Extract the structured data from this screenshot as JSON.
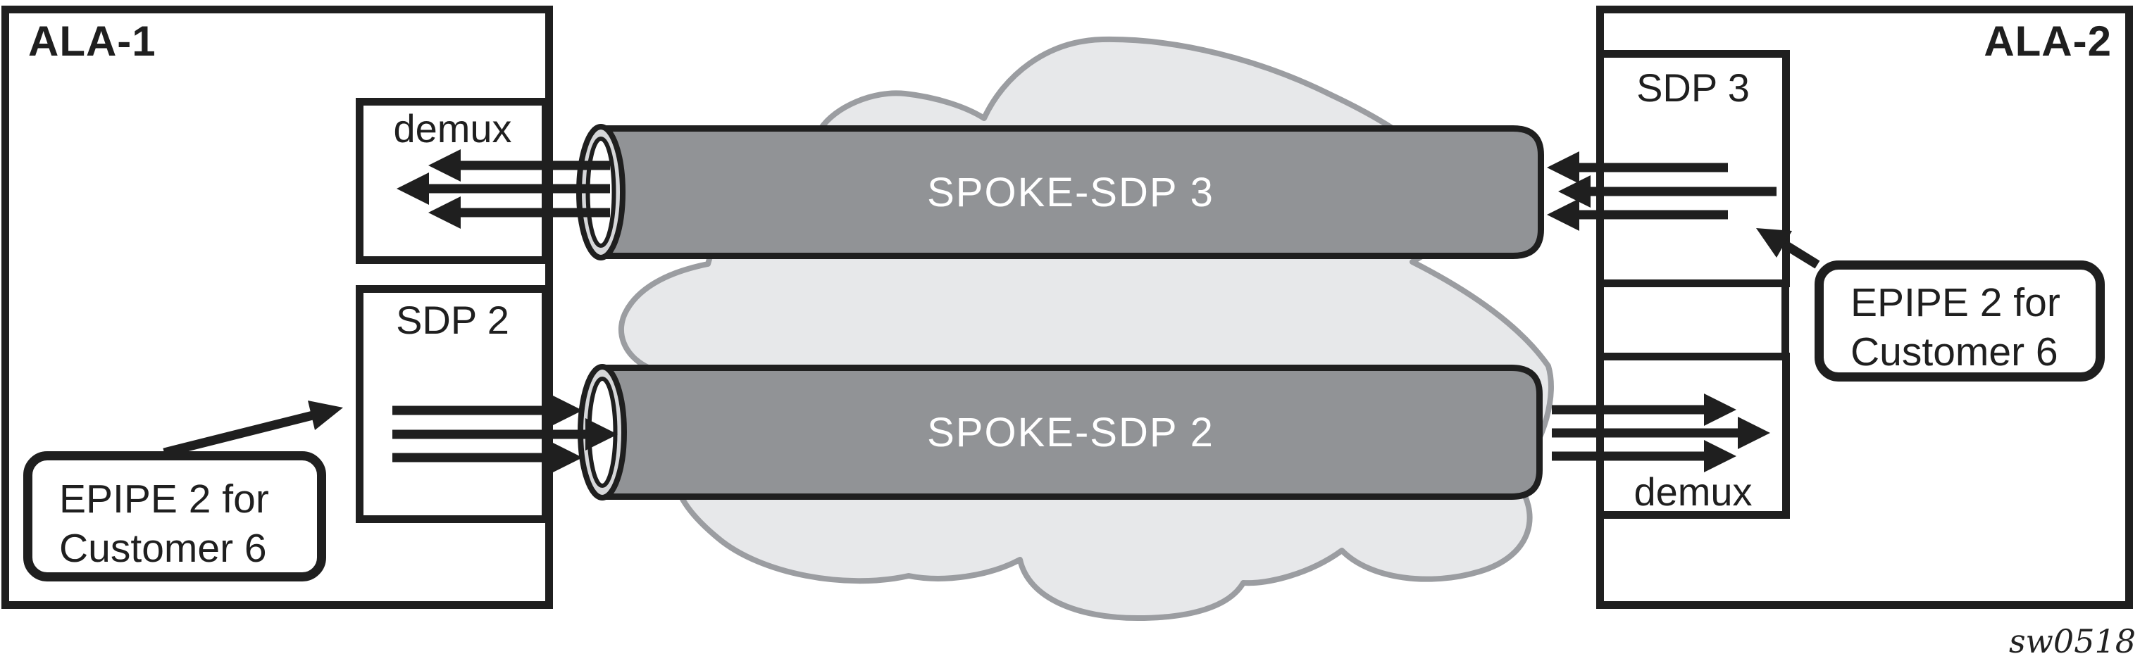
{
  "diagram": {
    "figure_id": "sw0518",
    "nodes": {
      "ala1": {
        "title": "ALA-1",
        "demux_label": "demux",
        "sdp_label": "SDP 2"
      },
      "ala2": {
        "title": "ALA-2",
        "sdp_label": "SDP 3",
        "demux_label": "demux"
      }
    },
    "tubes": {
      "top": {
        "label": "SPOKE-SDP 3"
      },
      "bottom": {
        "label": "SPOKE-SDP 2"
      }
    },
    "callouts": {
      "left": {
        "line1": "EPIPE 2 for",
        "line2": "Customer 6"
      },
      "right": {
        "line1": "EPIPE 2 for",
        "line2": "Customer 6"
      }
    },
    "colors": {
      "line": "#1f1f1f",
      "tube_fill": "#919396",
      "cloud_fill": "#e7e8ea",
      "cloud_border": "#9b9da1",
      "mouth_ring": "#d6d7d9"
    }
  }
}
